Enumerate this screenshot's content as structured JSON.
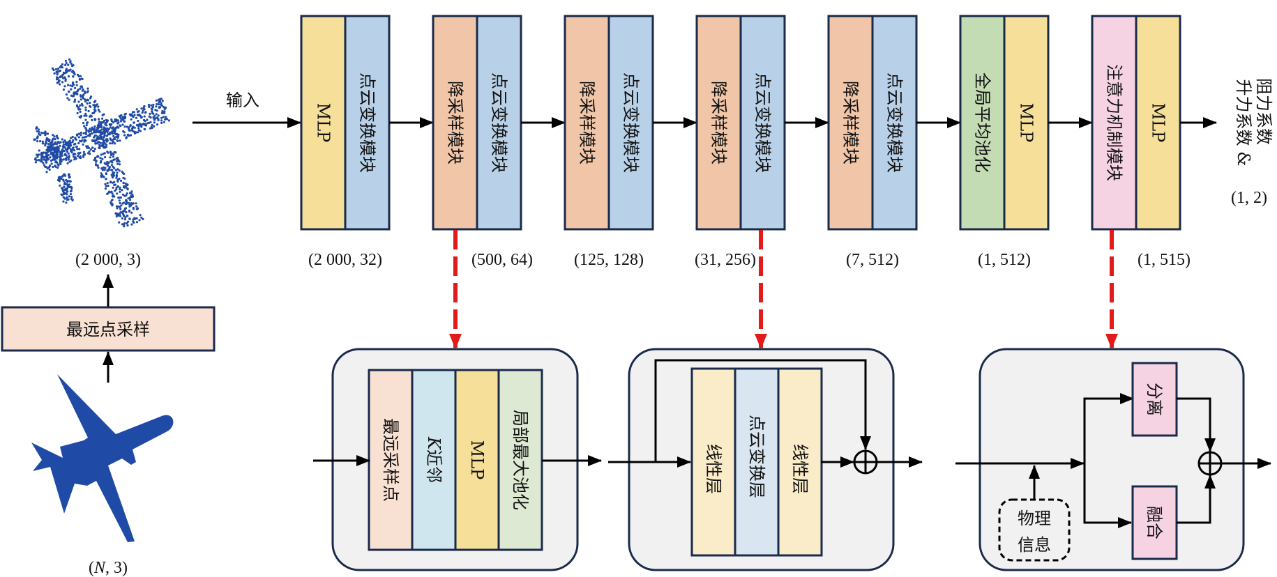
{
  "colors": {
    "border": "#1a2a4a",
    "mlp": "#f6df98",
    "transform": "#b8d1e8",
    "downsample": "#f1c6a8",
    "global_pool": "#c4dcb3",
    "attention": "#f6d3e3",
    "fps_box": "#f8e0d2",
    "knn": "#cfe6ee",
    "local_maxpool": "#dde9d3",
    "linear": "#faecc8",
    "pc_transform_layer": "#d9e6f2",
    "panel": "#f1f1f1",
    "split_fuse": "#f6d3e3",
    "red_dash": "#e21a1a",
    "airplane": "#1f4aa5",
    "arrow": "#000000"
  },
  "left": {
    "pointcloud_shape": "(2 000, 3)",
    "sampling_label": "最远点采样",
    "mesh_shape": "(N, 3)",
    "mesh_shape_n": "N",
    "mesh_shape_rest": ", 3)",
    "mesh_shape_open": "(",
    "input_label": "输入"
  },
  "pipeline": [
    {
      "left": {
        "label": "MLP",
        "kind": "mlp"
      },
      "right": {
        "label": "点云变换模块",
        "kind": "transform"
      },
      "shape": "(2 000, 32)"
    },
    {
      "left": {
        "label": "降采样模块",
        "kind": "downsample"
      },
      "right": {
        "label": "点云变换模块",
        "kind": "transform"
      },
      "shape": "(500, 64)"
    },
    {
      "left": {
        "label": "降采样模块",
        "kind": "downsample"
      },
      "right": {
        "label": "点云变换模块",
        "kind": "transform"
      },
      "shape": "(125, 128)"
    },
    {
      "left": {
        "label": "降采样模块",
        "kind": "downsample"
      },
      "right": {
        "label": "点云变换模块",
        "kind": "transform"
      },
      "shape": "(31, 256)"
    },
    {
      "left": {
        "label": "降采样模块",
        "kind": "downsample"
      },
      "right": {
        "label": "点云变换模块",
        "kind": "transform"
      },
      "shape": "(7, 512)"
    },
    {
      "left": {
        "label": "全局平均池化",
        "kind": "global_pool"
      },
      "right": {
        "label": "MLP",
        "kind": "mlp"
      },
      "shape": "(1, 512)"
    },
    {
      "left": {
        "label": "注意力机制模块",
        "kind": "attention"
      },
      "right": {
        "label": "MLP",
        "kind": "mlp"
      },
      "shape": "(1, 515)"
    }
  ],
  "output": {
    "line1": "升力系数 &",
    "line2": "阻力系数",
    "shape": "(1, 2)"
  },
  "detail_downsample": {
    "layers": [
      {
        "label": "最远采样点",
        "kind": "fps_box"
      },
      {
        "label": "K近邻",
        "kind": "knn",
        "italic_prefix": "K",
        "rest": "近邻"
      },
      {
        "label": "MLP",
        "kind": "mlp"
      },
      {
        "label": "局部最大池化",
        "kind": "local_maxpool"
      }
    ]
  },
  "detail_transform": {
    "layers": [
      {
        "label": "线性层",
        "kind": "linear"
      },
      {
        "label": "点云变换层",
        "kind": "pc_transform_layer"
      },
      {
        "label": "线性层",
        "kind": "linear"
      }
    ],
    "sum_symbol": "⊕"
  },
  "detail_attention": {
    "physics_label_1": "物理",
    "physics_label_2": "信息",
    "split_label": "分离",
    "fuse_label": "融合",
    "sum_symbol": "⊕"
  }
}
